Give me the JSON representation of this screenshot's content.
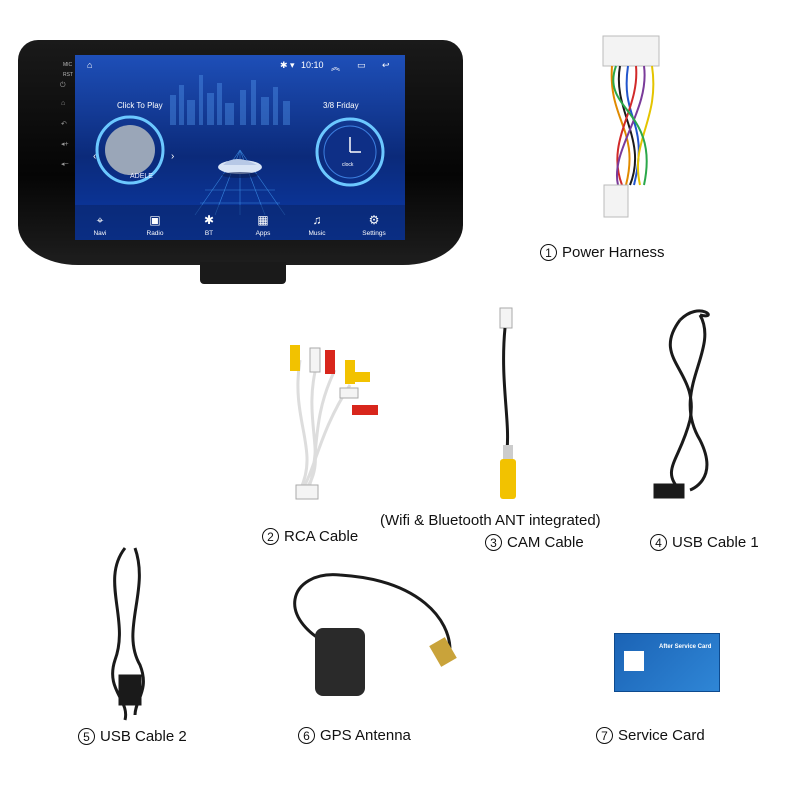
{
  "head_unit": {
    "side_labels": [
      "MIC",
      "RST"
    ],
    "status_time": "10:10",
    "click_to_play": "Click To Play",
    "album_artist": "ADELE",
    "date": "3/8 Friday",
    "clock_label": "clock",
    "dock": [
      {
        "label": "Navi",
        "icon": "navigation-pin-icon"
      },
      {
        "label": "Radio",
        "icon": "radio-icon"
      },
      {
        "label": "BT",
        "icon": "bluetooth-icon"
      },
      {
        "label": "Apps",
        "icon": "apps-grid-icon"
      },
      {
        "label": "Music",
        "icon": "music-note-icon"
      },
      {
        "label": "Settings",
        "icon": "settings-gear-icon"
      }
    ]
  },
  "items": [
    {
      "num": "1",
      "label": "Power Harness"
    },
    {
      "num": "2",
      "label": "RCA Cable"
    },
    {
      "num": "3",
      "label": "CAM Cable"
    },
    {
      "num": "4",
      "label": "USB Cable 1"
    },
    {
      "num": "5",
      "label": "USB Cable 2"
    },
    {
      "num": "6",
      "label": "GPS Antenna"
    },
    {
      "num": "7",
      "label": "Service Card"
    }
  ],
  "cam_note": "(Wifi & Bluetooth ANT integrated)",
  "service_card": {
    "title": "After Service Card"
  },
  "colors": {
    "screen_blue": "#1e4fb8",
    "rca_yellow": "#f2c200",
    "rca_red": "#d8261c",
    "rca_white": "#f4f4f4",
    "cable_black": "#1a1a1a",
    "card_blue": "#1b63b5"
  }
}
